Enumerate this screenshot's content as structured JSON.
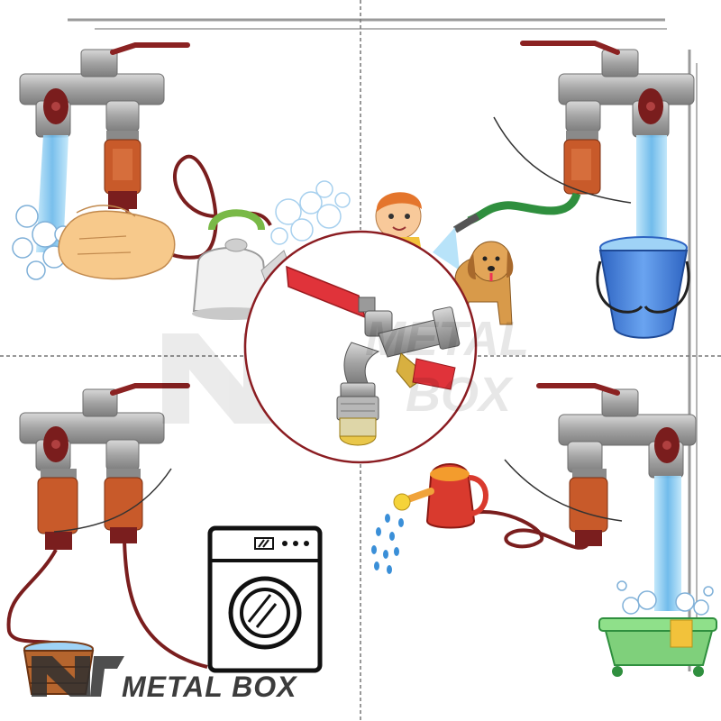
{
  "brand": {
    "name": "METAL BOX",
    "watermark_line1": "METAL",
    "watermark_line2": "BOX"
  },
  "colors": {
    "faucet": "#a9a9a9",
    "handle": "#8b2222",
    "connector": "#c85a2a",
    "hose": "#7a1e1e",
    "water": "#7fc7ee",
    "valve_red": "#e0333a",
    "bucket_blue": "#3f7fd6",
    "tub_green": "#7fd07b",
    "can_red": "#d93a2e"
  },
  "scenes": [
    {
      "name": "hand-washing",
      "icon": "hands-washing-icon"
    },
    {
      "name": "bucket-filling",
      "icon": "bucket-icon"
    },
    {
      "name": "washing-machine",
      "icon": "washing-machine-icon"
    },
    {
      "name": "garden-watering",
      "icon": "watering-can-icon"
    }
  ]
}
